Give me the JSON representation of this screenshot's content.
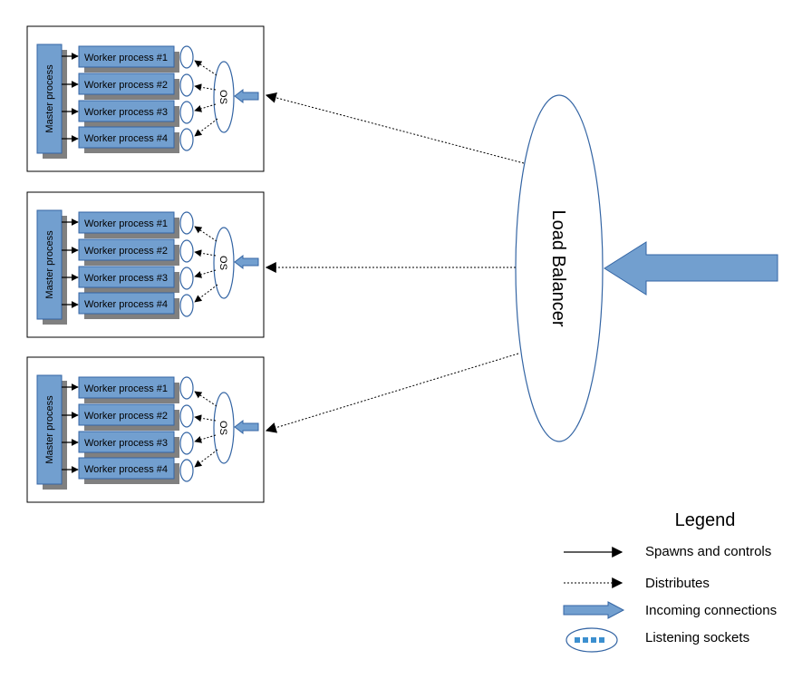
{
  "load_balancer": {
    "label": "Load Balancer"
  },
  "servers": [
    {
      "master_label": "Master process",
      "os_label": "OS",
      "workers": [
        "Worker process #1",
        "Worker process #2",
        "Worker process #3",
        "Worker process #4"
      ]
    },
    {
      "master_label": "Master process",
      "os_label": "OS",
      "workers": [
        "Worker process #1",
        "Worker process #2",
        "Worker process #3",
        "Worker process #4"
      ]
    },
    {
      "master_label": "Master process",
      "os_label": "OS",
      "workers": [
        "Worker process #1",
        "Worker process #2",
        "Worker process #3",
        "Worker process #4"
      ]
    }
  ],
  "legend": {
    "title": "Legend",
    "items": [
      {
        "icon": "solid-arrow-icon",
        "label": "Spawns and controls"
      },
      {
        "icon": "dotted-arrow-icon",
        "label": "Distributes"
      },
      {
        "icon": "block-arrow-icon",
        "label": "Incoming connections"
      },
      {
        "icon": "socket-ellipse-icon",
        "label": "Listening sockets"
      }
    ]
  },
  "colors": {
    "box_fill": "#729fcf",
    "box_stroke": "#3465a4",
    "shadow": "#808080",
    "arrow_fill": "#729fcf",
    "line": "#000000"
  }
}
